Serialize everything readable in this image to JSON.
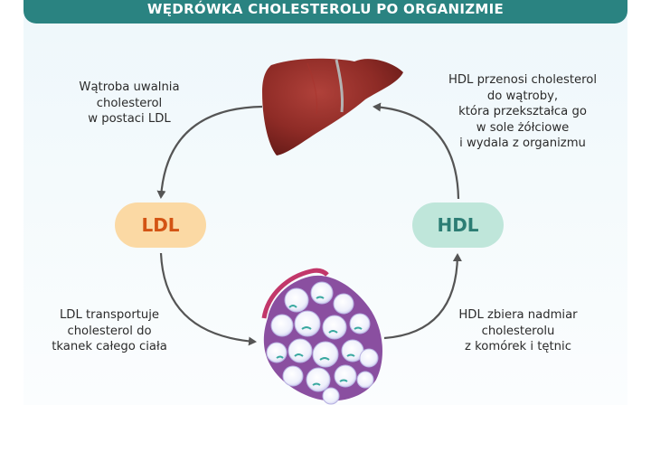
{
  "title": "WĘDRÓWKA CHOLESTEROLU PO ORGANIZMIE",
  "badges": {
    "ldl": "LDL",
    "hdl": "HDL"
  },
  "captions": {
    "top_left": [
      "Wątroba uwalnia",
      "cholesterol",
      "w postaci LDL"
    ],
    "top_right": [
      "HDL przenosi cholesterol",
      "do wątroby,",
      "która przekształca go",
      "w sole żółciowe",
      "i wydala z organizmu"
    ],
    "bottom_left": [
      "LDL transportuje",
      "cholesterol do",
      "tkanek całego ciała"
    ],
    "bottom_right": [
      "HDL zbiera nadmiar",
      "cholesterolu",
      "z komórek i tętnic"
    ]
  },
  "icons": {
    "liver": "liver-icon",
    "tissue": "fat-tissue-icon"
  },
  "colors": {
    "title_bar": "#2a8381",
    "ldl_fill": "#fbd9a4",
    "ldl_text": "#d35414",
    "hdl_fill": "#bfe6da",
    "hdl_text": "#2c7d74",
    "liver": "#8e2b26",
    "arrow": "#555555"
  }
}
